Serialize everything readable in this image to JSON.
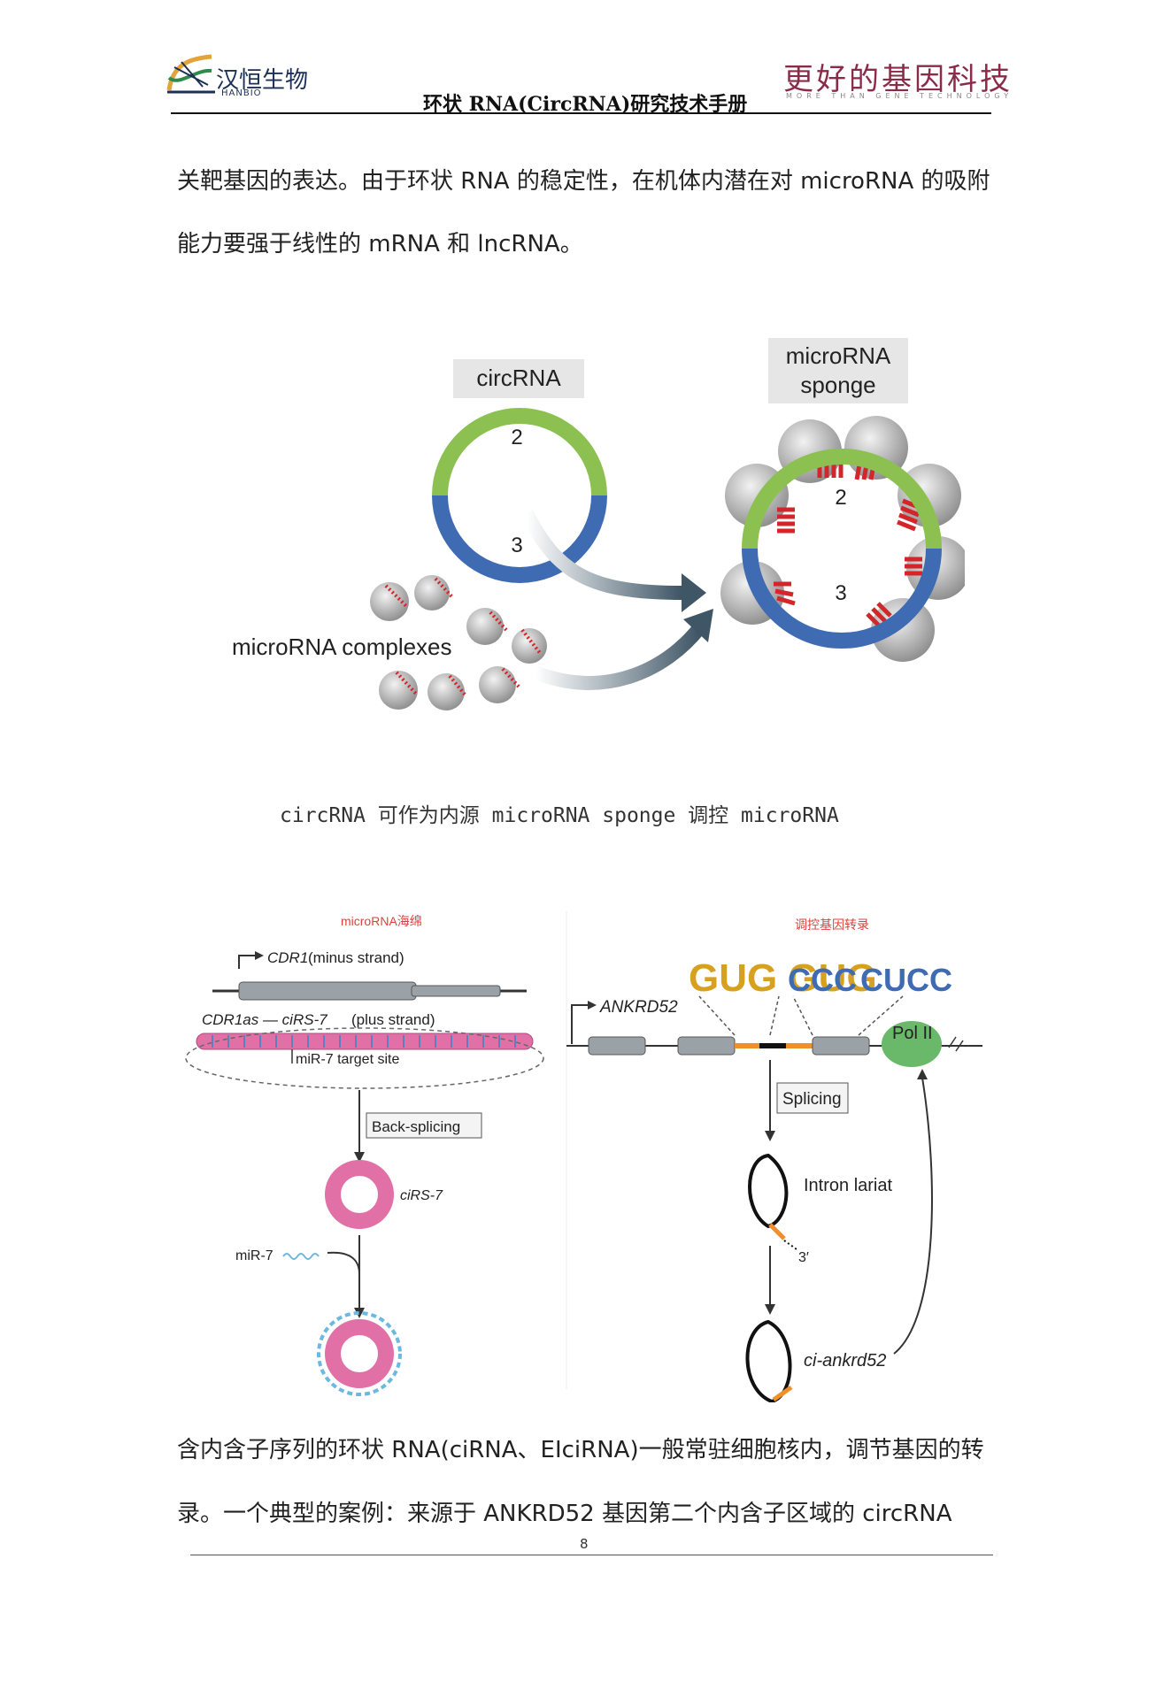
{
  "header": {
    "logo_name": "汉恒生物",
    "logo_sub": "HANBIO",
    "title": "环状 RNA(CircRNA)研究技术手册",
    "slogan": "更好的基因科技",
    "slogan_sub": "MORE THAN GENE TECHNOLOGY"
  },
  "body": {
    "para1_line1": "关靶基因的表达。由于环状 RNA 的稳定性，在机体内潜在对 microRNA 的吸附",
    "para1_line2": "能力要强于线性的 mRNA 和 lncRNA。",
    "para2_line1": "含内含子序列的环状 RNA(ciRNA、EIciRNA)一般常驻细胞核内，调节基因的转",
    "para2_line2": "录。一个典型的案例：来源于 ANKRD52 基因第二个内含子区域的 circRNA"
  },
  "figure1": {
    "circ_label": "circRNA",
    "sponge_label_1": "microRNA",
    "sponge_label_2": "sponge",
    "exon2": "2",
    "exon3": "3",
    "complexes_label": "microRNA complexes",
    "caption": "circRNA 可作为内源 microRNA  sponge 调控 microRNA",
    "colors": {
      "green": "#8cc152",
      "blue": "#3f6bb2",
      "red": "#d4252b",
      "arrow": "#4a5f6f"
    }
  },
  "figure2": {
    "left_title": "microRNA海绵",
    "cdr1": "CDR1",
    "cdr1_strand": " (minus strand)",
    "cdr1as": "CDR1as — ciRS-7",
    "cdr1as_strand": " (plus strand)",
    "target_site": "miR-7 target site",
    "back_splicing": "Back-splicing",
    "cirs7": "ciRS-7",
    "mir7": "miR-7",
    "right_title": "调控基因转录",
    "ankrd52": "ANKRD52",
    "pol2": "Pol II",
    "splicing": "Splicing",
    "intron_lariat": "Intron lariat",
    "three_prime": "3′",
    "ci_ankrd52": "ci-ankrd52",
    "motif1": "GUG GUG",
    "motif2": "CCC",
    "motif3": "CUCC",
    "colors": {
      "pink": "#e070a6",
      "title_red": "#e0403a",
      "orange": "#f0902a",
      "pol_green": "#6ab86a"
    }
  },
  "footer": {
    "page_number": "8"
  }
}
